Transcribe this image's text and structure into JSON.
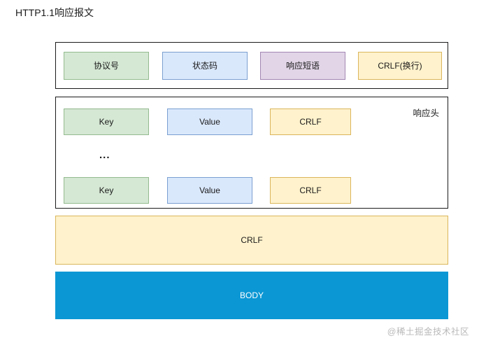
{
  "title": "HTTP1.1响应报文",
  "status_line": {
    "cells": [
      {
        "label": "协议号",
        "color": "#d5e8d4"
      },
      {
        "label": "状态码",
        "color": "#dae8fc"
      },
      {
        "label": "响应短语",
        "color": "#e1d5e7"
      },
      {
        "label": "CRLF(换行)",
        "color": "#fff2cc"
      }
    ]
  },
  "headers": {
    "section_label": "响应头",
    "ellipsis": "...",
    "rows": [
      {
        "key": "Key",
        "value": "Value",
        "crlf": "CRLF"
      },
      {
        "key": "Key",
        "value": "Value",
        "crlf": "CRLF"
      }
    ]
  },
  "blank_line": {
    "label": "CRLF",
    "color": "#fff2cc"
  },
  "body": {
    "label": "BODY",
    "color": "#0b97d4",
    "text_color": "#ffffff"
  },
  "watermark": "@稀土掘金技术社区"
}
